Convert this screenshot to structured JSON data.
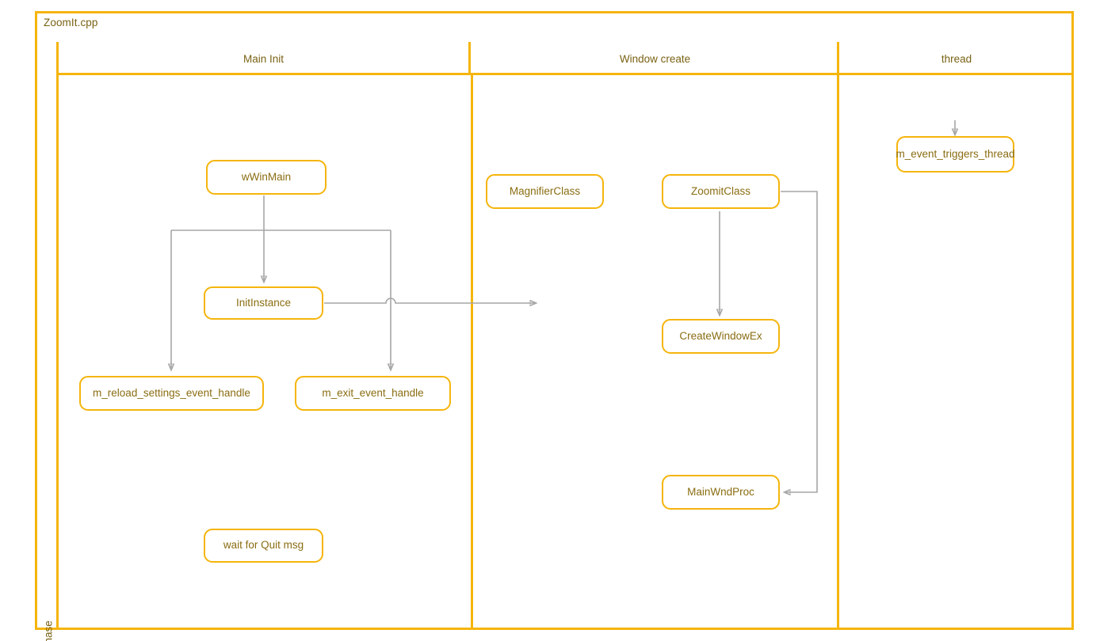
{
  "pool": {
    "title": "ZoomIt.cpp",
    "phase_label": "Phase",
    "border_color": "#F5B50C",
    "text_color": "#7a6214"
  },
  "lanes": [
    {
      "id": "main-init",
      "label": "Main Init"
    },
    {
      "id": "window-create",
      "label": "Window create"
    },
    {
      "id": "thread",
      "label": "thread"
    }
  ],
  "nodes": [
    {
      "id": "wwinmain",
      "lane": "main-init",
      "label": "wWinMain"
    },
    {
      "id": "initinstance",
      "lane": "main-init",
      "label": "InitInstance"
    },
    {
      "id": "m-reload-settings-event-handle",
      "lane": "main-init",
      "label": "m_reload_settings_event_handle"
    },
    {
      "id": "m-exit-event-handle",
      "lane": "main-init",
      "label": "m_exit_event_handle"
    },
    {
      "id": "wait-for-quit-msg",
      "lane": "main-init",
      "label": "wait for Quit msg"
    },
    {
      "id": "magnifierclass",
      "lane": "window-create",
      "label": "MagnifierClass"
    },
    {
      "id": "zoomitclass",
      "lane": "window-create",
      "label": "ZoomitClass"
    },
    {
      "id": "createwindowex",
      "lane": "window-create",
      "label": "CreateWindowEx"
    },
    {
      "id": "mainwndproc",
      "lane": "window-create",
      "label": "MainWndProc"
    },
    {
      "id": "m-event-triggers-thread",
      "lane": "thread",
      "label": "m_event_triggers_thread"
    }
  ],
  "edges": [
    {
      "from": "wwinmain",
      "to": "initinstance"
    },
    {
      "from": "wwinmain",
      "to": "m-reload-settings-event-handle"
    },
    {
      "from": "wwinmain",
      "to": "m-exit-event-handle"
    },
    {
      "from": "initinstance",
      "to": "window-create-lane"
    },
    {
      "from": "zoomitclass",
      "to": "createwindowex"
    },
    {
      "from": "zoomitclass",
      "to": "mainwndproc"
    },
    {
      "from": "lane-top",
      "to": "m-event-triggers-thread"
    }
  ],
  "style": {
    "connector_color": "#A6A6A6",
    "node_border": "#F5B50C",
    "node_fill": "#FFFFFF",
    "node_text": "#8a6d12"
  }
}
